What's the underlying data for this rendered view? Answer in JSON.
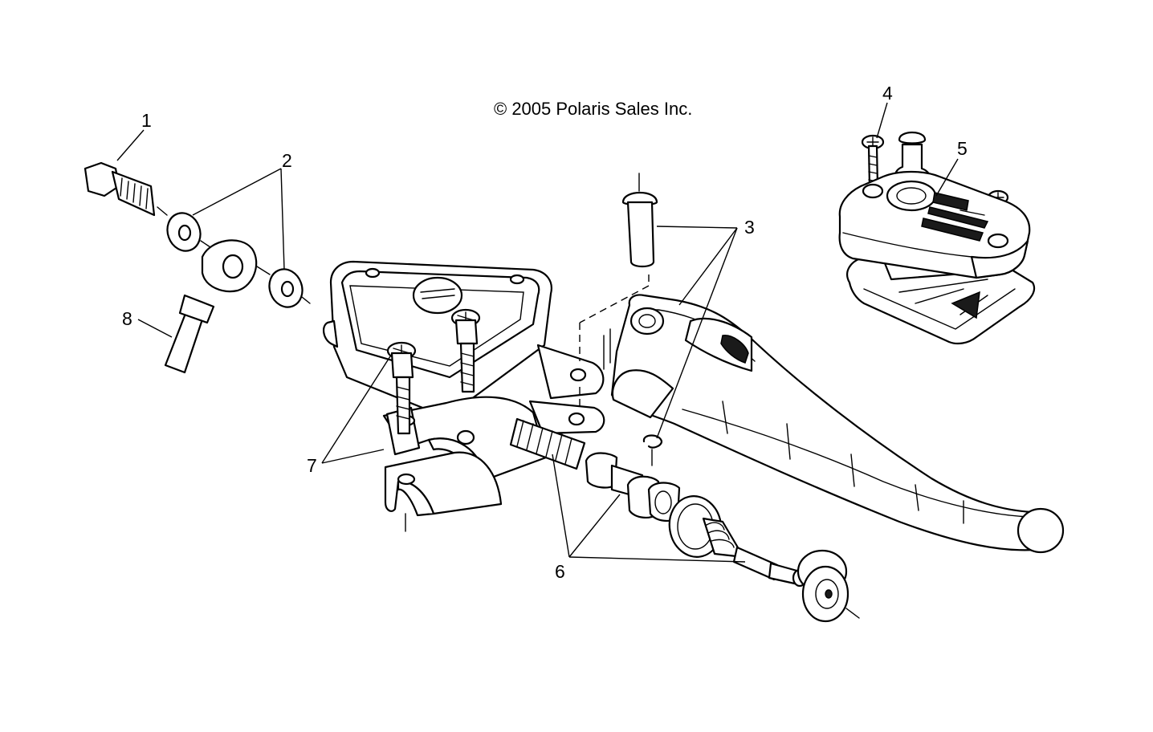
{
  "copyright": "© 2005 Polaris Sales Inc.",
  "callouts": [
    {
      "id": "1",
      "label": "1"
    },
    {
      "id": "2",
      "label": "2"
    },
    {
      "id": "3",
      "label": "3"
    },
    {
      "id": "4",
      "label": "4"
    },
    {
      "id": "5",
      "label": "5"
    },
    {
      "id": "6",
      "label": "6"
    },
    {
      "id": "7",
      "label": "7"
    },
    {
      "id": "8",
      "label": "8"
    }
  ],
  "colors": {
    "ink": "#000000",
    "paper": "#ffffff"
  }
}
